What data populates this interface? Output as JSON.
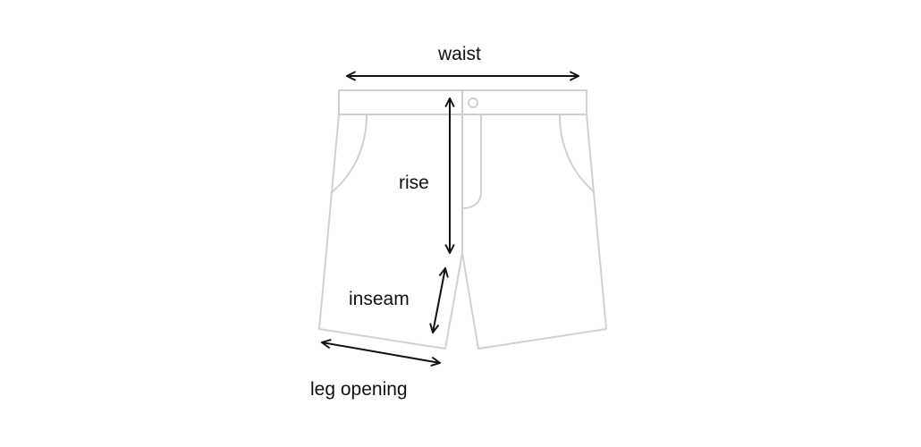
{
  "labels": {
    "waist": "waist",
    "rise": "rise",
    "inseam": "inseam",
    "leg_opening": "leg opening"
  },
  "colors": {
    "outline": "#d0d0d0",
    "arrow": "#111111",
    "text": "#111111"
  }
}
